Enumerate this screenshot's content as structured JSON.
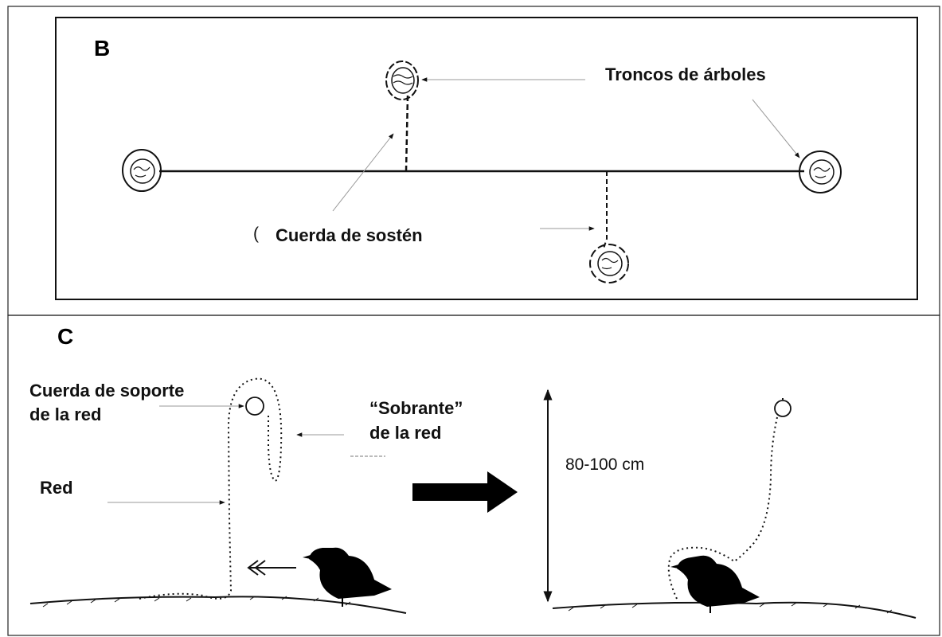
{
  "panel_b": {
    "letter": "B",
    "label_trunks": "Troncos de árboles",
    "label_rope": "Cuerda de sostén",
    "stray_mark": "("
  },
  "panel_c": {
    "letter": "C",
    "label_support_line1": "Cuerda de soporte",
    "label_support_line2": "de la red",
    "label_excess_line1": "“Sobrante”",
    "label_excess_line2": "de la red",
    "label_net": "Red",
    "height_label": "80-100 cm"
  },
  "colors": {
    "ink": "#111111",
    "fill": "#000000"
  }
}
